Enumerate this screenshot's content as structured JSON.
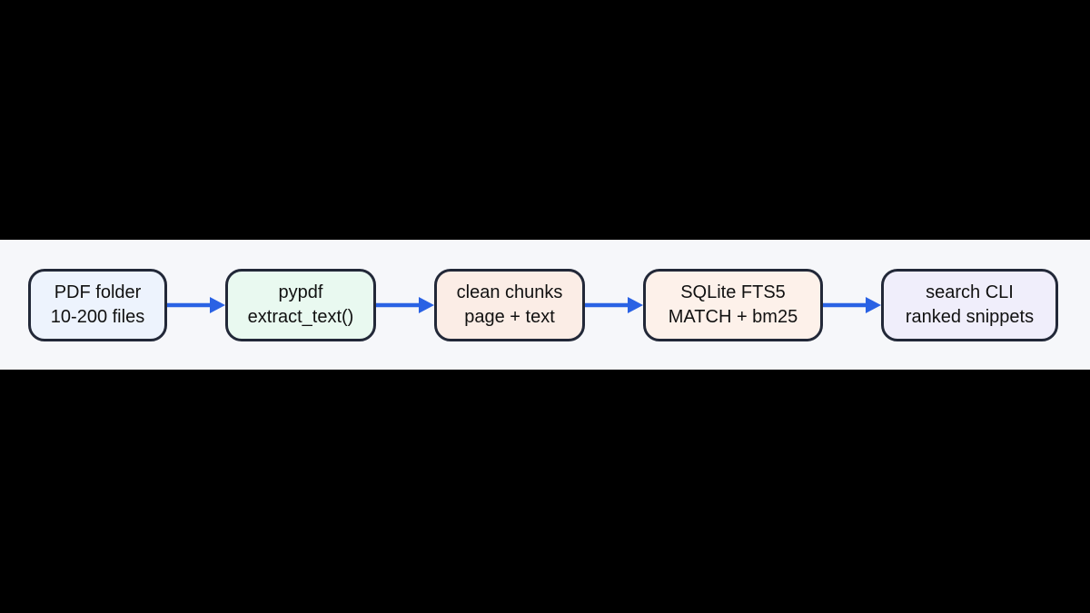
{
  "canvas": {
    "background": "#000000",
    "band_background": "#f6f7fa"
  },
  "diagram": {
    "type": "flowchart",
    "direction": "left-to-right",
    "text_color": "#111111",
    "node_border_color": "#222838",
    "arrow_color": "#2a62e4",
    "nodes": [
      {
        "id": "pdf-folder",
        "line1": "PDF folder",
        "line2": "10-200 files",
        "fill": "#edf3fd"
      },
      {
        "id": "pypdf",
        "line1": "pypdf",
        "line2": "extract_text()",
        "fill": "#e9f9f0"
      },
      {
        "id": "clean-chunks",
        "line1": "clean chunks",
        "line2": "page + text",
        "fill": "#fbede6"
      },
      {
        "id": "sqlite-fts5",
        "line1": "SQLite FTS5",
        "line2": "MATCH + bm25",
        "fill": "#fdf1ea"
      },
      {
        "id": "search-cli",
        "line1": "search CLI",
        "line2": "ranked snippets",
        "fill": "#f0eefb"
      }
    ],
    "edges": [
      {
        "from": "pdf-folder",
        "to": "pypdf"
      },
      {
        "from": "pypdf",
        "to": "clean-chunks"
      },
      {
        "from": "clean-chunks",
        "to": "sqlite-fts5"
      },
      {
        "from": "sqlite-fts5",
        "to": "search-cli"
      }
    ]
  }
}
